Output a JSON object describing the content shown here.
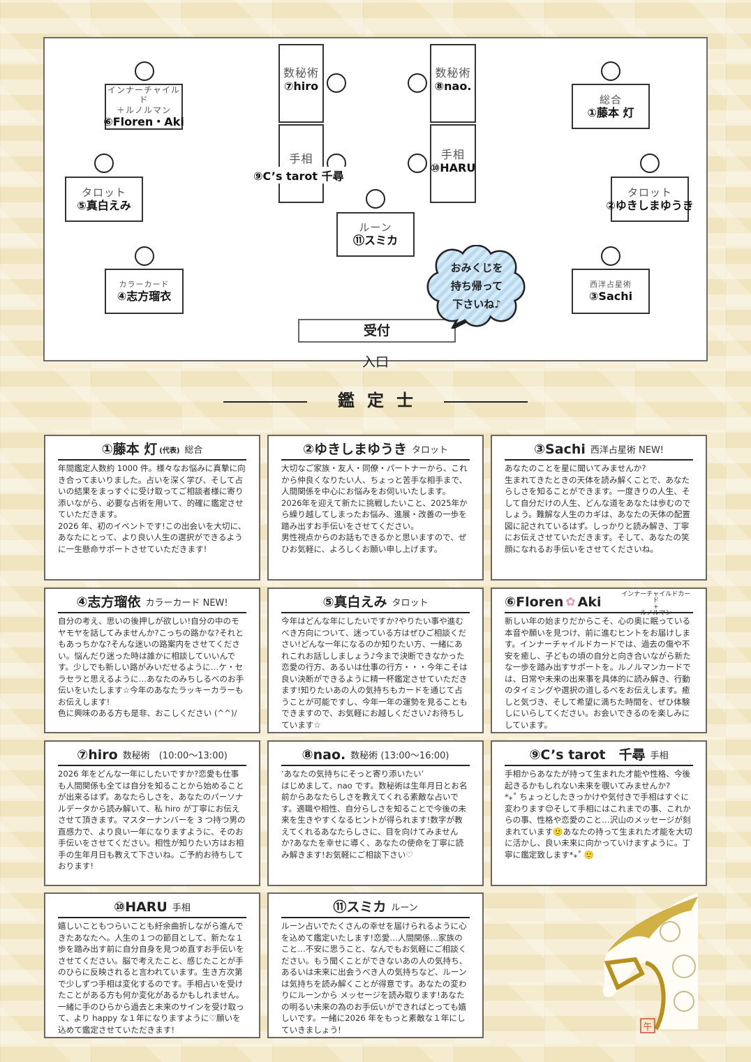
{
  "map": {
    "reception": "受付",
    "entrance": "入口",
    "omikuji_bubble": [
      "おみくじを",
      "持ち帰って",
      "下さいね♪"
    ],
    "booths": [
      {
        "category": "総合",
        "label": "①藤本 灯"
      },
      {
        "category": "タロット",
        "label": "②ゆきしまゆうき"
      },
      {
        "category": "西洋占星術",
        "label": "③Sachi"
      },
      {
        "category": "カラーカード",
        "label": "④志方瑠衣"
      },
      {
        "category": "タロット",
        "label": "⑤真白えみ"
      },
      {
        "category": "インナーチャイルド",
        "category2": "＋ルノルマン",
        "label": "⑥Floren・Aki"
      },
      {
        "category": "数秘術",
        "label": "⑦hiro"
      },
      {
        "category": "数秘術",
        "label": "⑧nao."
      },
      {
        "category": "手相",
        "label": "⑨C’s tarot 千尋"
      },
      {
        "category": "手相",
        "label": "⑩HARU"
      },
      {
        "category": "ルーン",
        "label": "⑪スミカ"
      }
    ]
  },
  "section_title": "鑑定士",
  "cards": [
    {
      "name": "①藤本 灯",
      "note": "(代表)",
      "category": "総合",
      "body": "年間鑑定人数約 1000 件。様々なお悩みに真摯に向き合ってまいりました。占いを深く学び、そして占いの結果をまっすぐに受け取ってご相談者様に寄り添いながら、必要な占術を用いて、的確に鑑定させていただきます。\n2026 年、初のイベントです!この出会いを大切に、あなたにとって、より良い人生の選択ができるように一生懸命サポートさせていただきます!"
    },
    {
      "name": "②ゆきしまゆうき",
      "category": "タロット",
      "body": "大切なご家族・友人・同僚・パートナーから、これから仲良くなりたい人、ちょっと苦手な相手まで、人間関係を中心にお悩みをお伺いいたします。\n2026年を迎えて新たに挑戦したいこと、2025年から繰り越してしまったお悩み、進展・改善の一歩を踏み出すお手伝いをさせてください。\n男性視点からのお話もできるかと思いますので、ぜひお気軽に、よろしくお願い申し上げます。"
    },
    {
      "name": "③Sachi",
      "category": "西洋占星術 NEW!",
      "body": "あなたのことを星に聞いてみませんか?\n生まれてきたときの天体を読み解くことで、あなたらしさを知ることができます。一度きりの人生、そして自分だけの人生、どんな道をあなたは歩むのでしょう。難解な人生のカギは、あなたの天体の配置図に記されているはず。しっかりと読み解き、丁寧にお伝えさせていただきます。そして、あなたの笑顔になれるお手伝いをさせてくださいね。"
    },
    {
      "name": "④志方瑠依",
      "category": "カラーカード NEW!",
      "body": "自分の考え、思いの後押しが欲しい!自分の中のモヤモヤを話してみませんか?こっちの路かな?それともあっちかな?そんな迷いの路案内をさせてください。悩んだり迷った時は誰かに相談していいんです。少しでも新しい路がみいだせるように…ケ・セラセラと思えるように…あなたのみちしるべのお手伝いをいたします☆今年のあなたラッキーカラーもお伝えします!\n色に興味のある方も是非、おこしください (^^)/"
    },
    {
      "name": "⑤真白えみ",
      "category": "タロット",
      "body": "今年はどんな年にしたいですか?やりたい事や進むべき方向について、迷っている方はぜひご相談ください!どんな一年になるのか知りたい方、一緒にあれこれお話ししましょう♪今まで決断できなかった恋愛の行方、あるいは仕事の行方・・・今年こそは良い決断ができるように精一杯鑑定させていただきます!知りたいあの人の気持ちもカードを通じて占うことが可能ですし、今年一年の運勢を見ることもできますので、お気軽にお越しください♪お待ちしています☆"
    },
    {
      "name": "⑥Floren",
      "name2": "Aki",
      "category": "インナーチャイルドカード\n+\nルノルマン",
      "body": "新しい年の始まりだからこそ、心の奥に眠っている本音や願いを見つけ、前に進むヒントをお届けします。インナーチャイルドカードでは、過去の傷や不安を癒し、子どもの頃の自分と向き合いながら新たな一歩を踏み出すサポートを。ルノルマンカードでは、日常や未来の出来事を具体的に読み解き、行動のタイミングや選択の道しるべをお伝えします。癒しと気づき、そして希望に満ちた時間を、ぜひ体験しにいらしてください。お会いできるのを楽しみにしています。"
    },
    {
      "name": "⑦hiro",
      "category": "数秘術　(10:00〜13:00)",
      "body": "2026 年をどんな一年にしたいですか?恋愛も仕事も人間関係も全ては自分を知ることから始めることが出来るはず。あなたらしさを、あなたのパーソナルデータから読み解いて、私 hiro が丁寧にお伝えさせて頂きます。マスターナンバーを 3 つ持つ男の直感力で、より良い一年になりますように、そのお手伝いをさせてください。相性が知りたい方はお相手の生年月日も教えて下さいね。ご予約お待ちしております!"
    },
    {
      "name": "⑧nao.",
      "category": "数秘術 (13:00〜16:00)",
      "body": "‘あなたの気持ちにそっと寄り添いたい’\nはじめまして、nao です。数秘術は生年月日とお名前からあなたらしさを教えてくれる素敵な占いです。適職や相性、自分らしさを知ることで今後の未来を生きやすくなるヒントが得られます!数字が教えてくれるあなたらしさに、目を向けてみませんか?あなたを幸せに導く、あなたの使命を丁寧に読み解きます!お気軽にご相談下さい♡"
    },
    {
      "name": "⑨C’s tarot　千尋",
      "category": "手相",
      "body": "手相からあなたが持って生まれた才能や性格、今後起きるかもしれない未来を覗いてみませんか?\n*⁎˚ ちょっとしたきっかけや気付きで手相はすぐに変わります😌そして手相にはこれまでの事、これからの事、性格や恋愛のこと…沢山のメッセージが刻まれています🙂あなたの持って生まれた才能を大切に活かし、良い未来に向かっていけますように。丁寧に鑑定致します*⁎˚ 🙂"
    },
    {
      "name": "⑩HARU",
      "category": "手相",
      "body": "嬉しいこともつらいことも紆余曲折しながら進んできたあなたへ。人生の１つの節目として、新たな１歩を踏み出す前に自分自身を見つめ直すお手伝いをさせてください。脳で考えたこと、感じたことが手のひらに反映されると言われています。生き方次第で少しずつ手相は変化するのです。手相占いを受けたことがある方も何か変化があるかもしれません。一緒に手のひらから過去と未来のサインを受け取って、より happy な１年になりますように♡願いを込めて鑑定させていただきます!"
    },
    {
      "name": "⑪スミカ",
      "category": "ルーン",
      "body": "ルーン占いでたくさんの幸せを届けられるように心を込めて鑑定いたします!恋愛…人間関係…家族のこと…不安に思うこと、なんでもお気軽にご相談ください。もう聞くことができないあの人の気持ち、あるいは未来に出会うべき人の気持ちなど、ルーンは気持ちを読み解くことが得意です。あなたの変わりにルーンから メッセージを読み取ります!あなたの明るい未来の為のお手伝いができればとっても嬉しいです。一緒に2026 年をもっと素敵な１年にしていきましょう!"
    }
  ],
  "seal": "午",
  "colors": {
    "background": "#f1e5c0",
    "card_border": "#6b6760",
    "bubble": "#b9d9ee",
    "gold": "#c9a227"
  }
}
